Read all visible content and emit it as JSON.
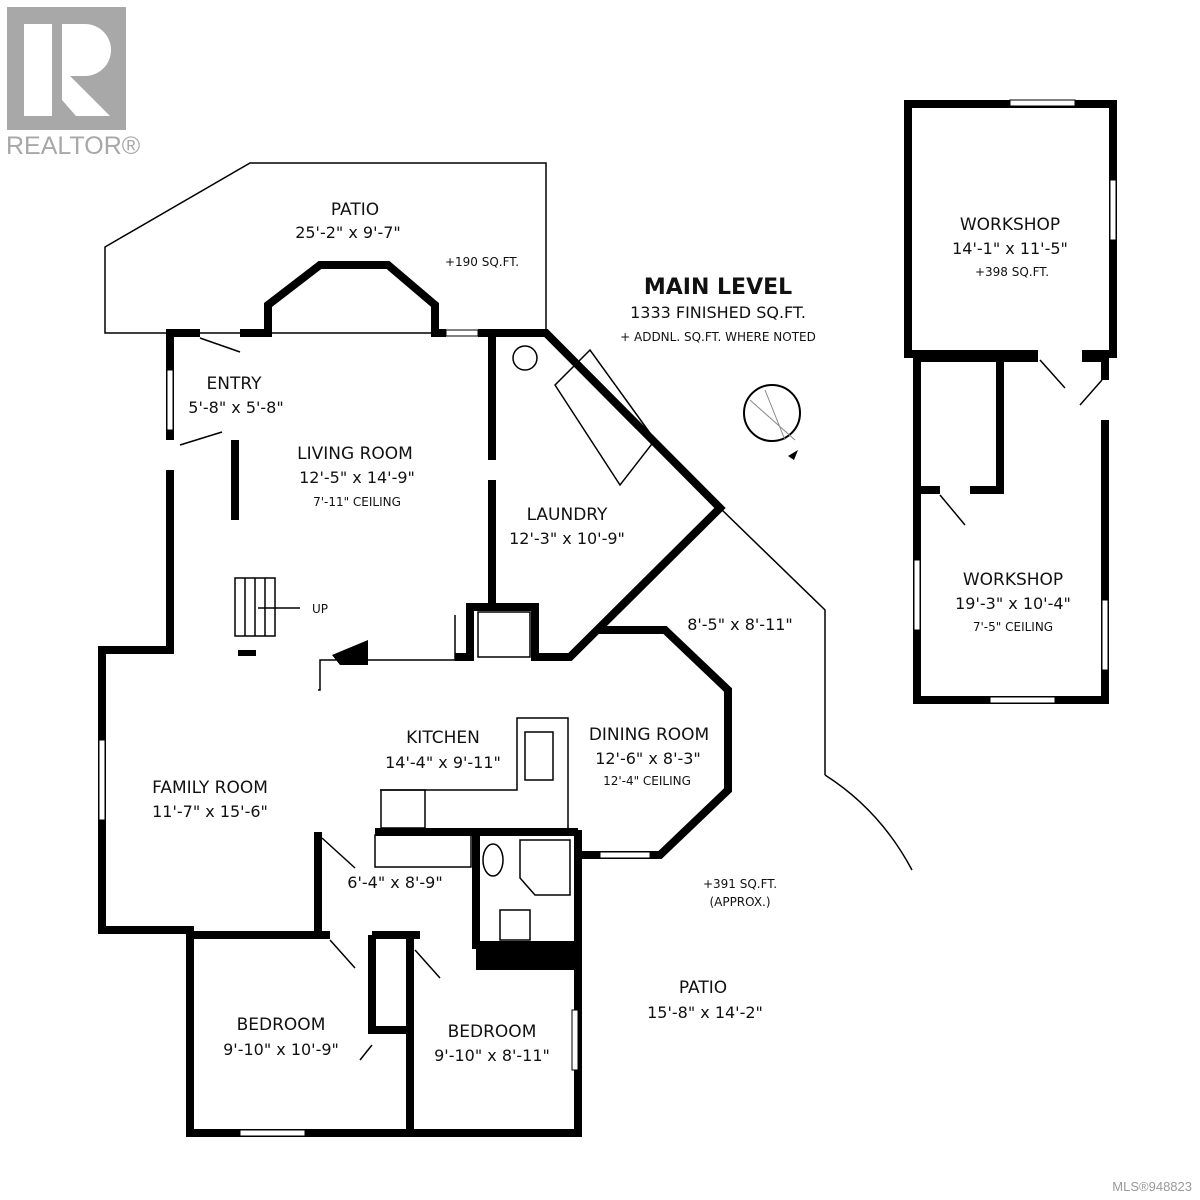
{
  "logo": {
    "text": "REALTOR®"
  },
  "header": {
    "title": "MAIN LEVEL",
    "finished": "1333 FINISHED SQ.FT.",
    "note": "+ ADDNL. SQ.FT. WHERE NOTED"
  },
  "rooms": {
    "patio_top": {
      "name": "PATIO",
      "dims": "25'-2\" x 9'-7\"",
      "extra": "+190 SQ.FT."
    },
    "entry": {
      "name": "ENTRY",
      "dims": "5'-8\" x 5'-8\""
    },
    "living": {
      "name": "LIVING ROOM",
      "dims": "12'-5\" x 14'-9\"",
      "ceiling": "7'-11\" CEILING"
    },
    "laundry": {
      "name": "LAUNDRY",
      "dims": "12'-3\" x 10'-9\""
    },
    "nook": {
      "dims": "8'-5\" x 8'-11\""
    },
    "stairs": {
      "label": "UP"
    },
    "kitchen": {
      "name": "KITCHEN",
      "dims": "14'-4\" x 9'-11\""
    },
    "dining": {
      "name": "DINING ROOM",
      "dims": "12'-6\" x 8'-3\"",
      "ceiling": "12'-4\" CEILING"
    },
    "family": {
      "name": "FAMILY ROOM",
      "dims": "11'-7\" x 15'-6\""
    },
    "hall": {
      "dims": "6'-4\" x 8'-9\""
    },
    "bedroom1": {
      "name": "BEDROOM",
      "dims": "9'-10\" x 10'-9\""
    },
    "bedroom2": {
      "name": "BEDROOM",
      "dims": "9'-10\" x 8'-11\""
    },
    "patio_right": {
      "name": "PATIO",
      "dims": "15'-8\" x 14'-2\"",
      "extra": "+391 SQ.FT.",
      "approx": "(APPROX.)"
    },
    "workshop1": {
      "name": "WORKSHOP",
      "dims": "14'-1\" x 11'-5\"",
      "extra": "+398 SQ.FT."
    },
    "workshop2": {
      "name": "WORKSHOP",
      "dims": "19'-3\" x 10'-4\"",
      "ceiling": "7'-5\" CEILING"
    }
  },
  "footer": {
    "mls": "MLS®948823"
  }
}
